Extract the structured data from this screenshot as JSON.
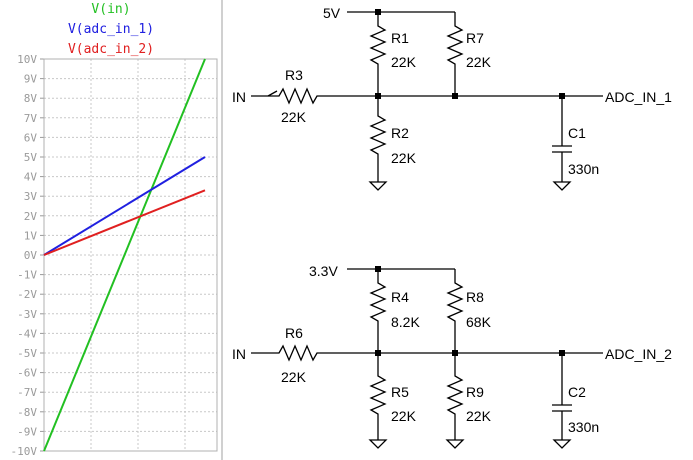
{
  "chart_data": {
    "type": "line",
    "x_range_note": "",
    "y_ticks": [
      "10V",
      "9V",
      "8V",
      "7V",
      "6V",
      "5V",
      "4V",
      "3V",
      "2V",
      "1V",
      "0V",
      "-1V",
      "-2V",
      "-3V",
      "-4V",
      "-5V",
      "-6V",
      "-7V",
      "-8V",
      "-9V",
      "-10V"
    ],
    "ylim": [
      -10,
      10
    ],
    "grid": true,
    "legend_position": "top",
    "series": [
      {
        "name": "V(in)",
        "color": "#22c022",
        "points": [
          [
            0,
            -10
          ],
          [
            1,
            10
          ]
        ]
      },
      {
        "name": "V(adc_in_1)",
        "color": "#2020e0",
        "points": [
          [
            0,
            0
          ],
          [
            1,
            5
          ]
        ]
      },
      {
        "name": "V(adc_in_2)",
        "color": "#e02020",
        "points": [
          [
            0,
            0
          ],
          [
            1,
            3.3
          ]
        ]
      }
    ]
  },
  "schematic": {
    "circuit1": {
      "supply": "5V",
      "input": "IN",
      "output": "ADC_IN_1",
      "r_top_1": {
        "ref": "R1",
        "value": "22K"
      },
      "r_top_2": {
        "ref": "R7",
        "value": "22K"
      },
      "r_series": {
        "ref": "R3",
        "value": "22K"
      },
      "r_bottom": {
        "ref": "R2",
        "value": "22K"
      },
      "cap": {
        "ref": "C1",
        "value": "330n"
      }
    },
    "circuit2": {
      "supply": "3.3V",
      "input": "IN",
      "output": "ADC_IN_2",
      "r_top_1": {
        "ref": "R4",
        "value": "8.2K"
      },
      "r_top_2": {
        "ref": "R8",
        "value": "68K"
      },
      "r_series": {
        "ref": "R6",
        "value": "22K"
      },
      "r_bottom_1": {
        "ref": "R5",
        "value": "22K"
      },
      "r_bottom_2": {
        "ref": "R9",
        "value": "22K"
      },
      "cap": {
        "ref": "C2",
        "value": "330n"
      }
    }
  }
}
